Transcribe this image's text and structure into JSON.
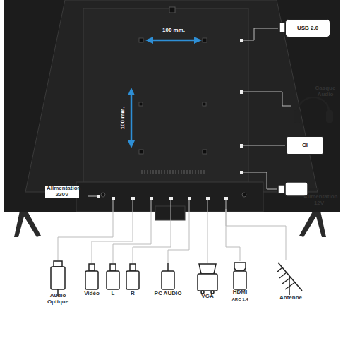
{
  "diagram": {
    "nodes": [
      {
        "text": [
          "USB 2.0"
        ]
      },
      {
        "text": [
          "CI"
        ]
      }
    ],
    "labels": [
      "100 mm.",
      "100 mm.",
      "Casque Audio",
      "Alimentation 12V",
      "Alimentation 220V",
      "Audio Optique",
      "Vidéo",
      "L",
      "R",
      "PC AUDIO",
      "VGA",
      "HDMI",
      "ARC 1.4",
      "Antenne"
    ]
  }
}
